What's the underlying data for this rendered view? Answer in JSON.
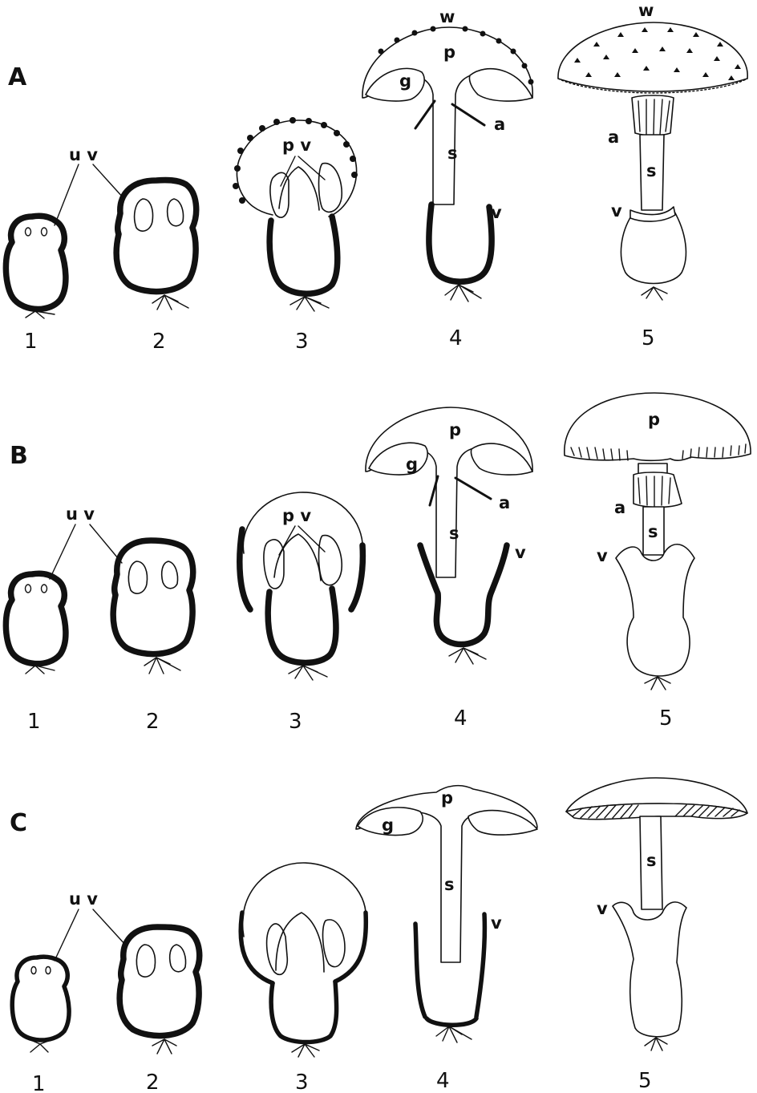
{
  "rows": [
    {
      "label": "A",
      "steps": [
        "1",
        "2",
        "3",
        "4",
        "5"
      ],
      "parts": {
        "uv": "u v",
        "pv": "p v",
        "w4": "w",
        "w5": "w",
        "p": "p",
        "g": "g",
        "a4": "a",
        "a5": "a",
        "s4": "s",
        "s5": "s",
        "v4": "v",
        "v5": "v"
      }
    },
    {
      "label": "B",
      "steps": [
        "1",
        "2",
        "3",
        "4",
        "5"
      ],
      "parts": {
        "uv": "u v",
        "pv": "p v",
        "p4": "p",
        "p5": "p",
        "g": "g",
        "a4": "a",
        "a5": "a",
        "s4": "s",
        "s5": "s",
        "v4": "v",
        "v5": "v"
      }
    },
    {
      "label": "C",
      "steps": [
        "1",
        "2",
        "3",
        "4",
        "5"
      ],
      "parts": {
        "uv": "u v",
        "p": "p",
        "g": "g",
        "s4": "s",
        "s5": "s",
        "v4": "v",
        "v5": "v"
      }
    }
  ],
  "colors": {
    "ink": "#111111",
    "paper": "#ffffff"
  }
}
